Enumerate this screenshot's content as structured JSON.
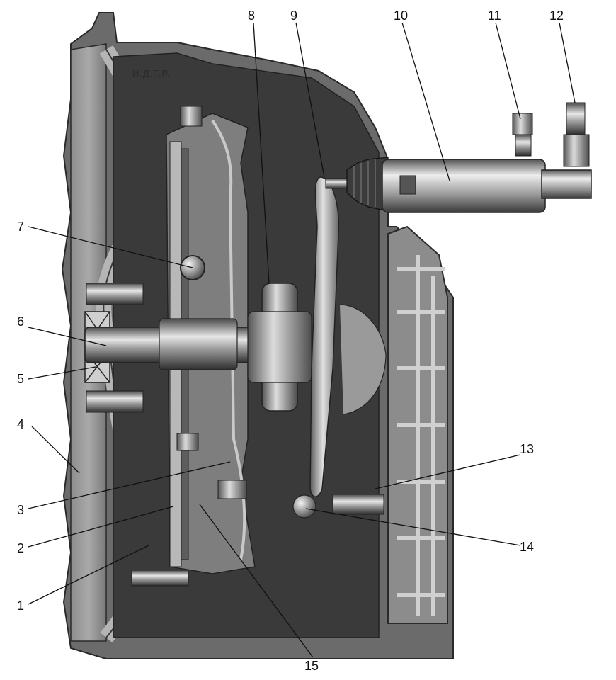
{
  "diagram": {
    "watermark": "И.Д.Т.Р.",
    "callouts": [
      "1",
      "2",
      "3",
      "4",
      "5",
      "6",
      "7",
      "8",
      "9",
      "10",
      "11",
      "12",
      "13",
      "14",
      "15"
    ]
  }
}
